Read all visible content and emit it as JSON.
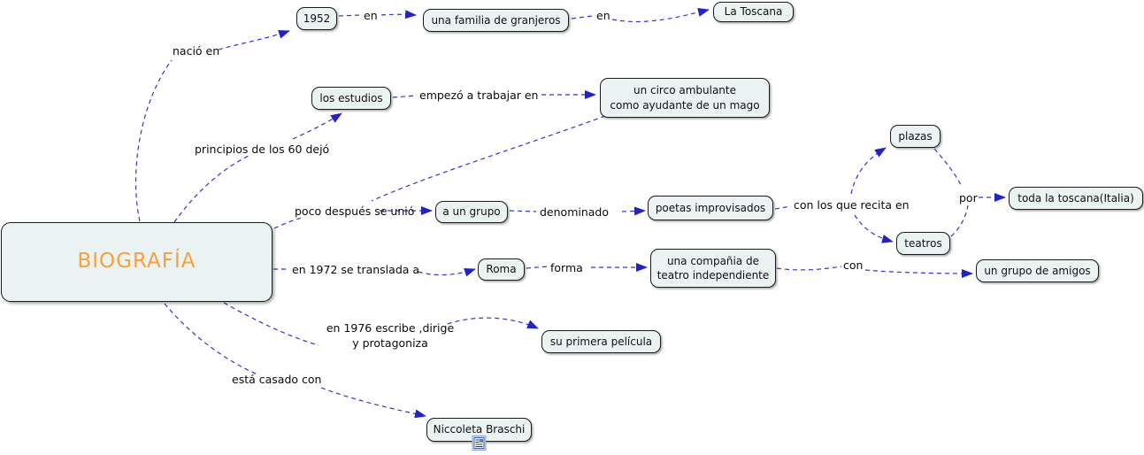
{
  "map": {
    "root": {
      "label": "BIOGRAFÍA"
    },
    "concepts": {
      "y1952": "1952",
      "familia": "una familia de granjeros",
      "toscana": "La Toscana",
      "estudios": "los estudios",
      "circo": "un circo ambulante\ncomo ayudante de  un mago",
      "grupo": "a un grupo",
      "poetas": "poetas improvisados",
      "plazas": "plazas",
      "teatros": "teatros",
      "toda_toscana": "toda la toscana(Italia)",
      "roma": "Roma",
      "compania": "una  compañia de\nteatro independiente",
      "amigos": "un grupo de amigos",
      "pelicula": "su primera  película",
      "braschi": "Niccoleta Braschi"
    },
    "phrases": {
      "nacio_en": "nació en",
      "en_1": "en",
      "en_2": "en",
      "principios": "principios de los 60 dejó",
      "empezo": "empezó a trabajar en",
      "poco": "poco después se unió",
      "denominado": "denominado",
      "recita": "con los que recita en",
      "por": "por",
      "translada": "en  1972 se translada a",
      "forma": "forma",
      "con": "con",
      "escribe": "en  1976 escribe ,dirige\ny protagoniza",
      "casado": "está casado con"
    },
    "icons": {
      "braschi_resource": "document-image-resource-icon"
    },
    "colors": {
      "node_fill": "#eaf2f2",
      "node_border": "#1b1b1b",
      "root_text": "#f7a13c",
      "link_line": "#3434cc",
      "arrowhead": "#2222cc",
      "text": "#101010"
    }
  }
}
